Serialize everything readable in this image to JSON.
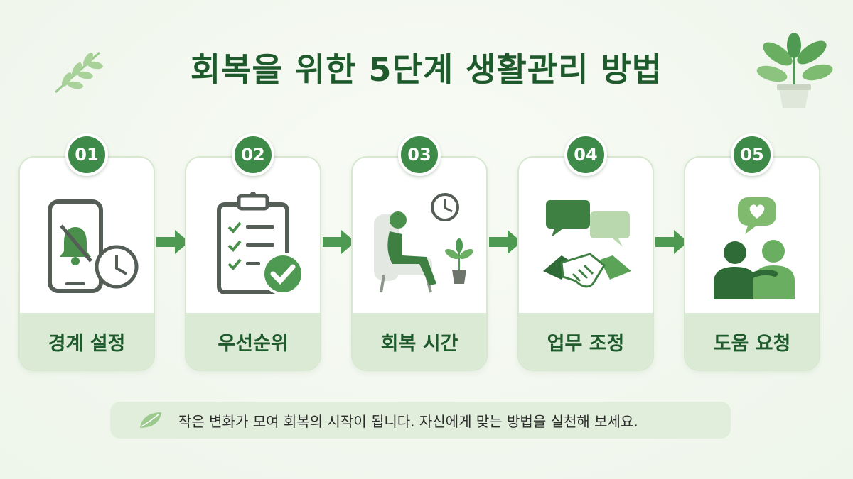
{
  "title": "회복을 위한 5단계 생활관리 방법",
  "steps": [
    {
      "number": "01",
      "label": "경계 설정",
      "icon": "silent-phone-clock-icon"
    },
    {
      "number": "02",
      "label": "우선순위",
      "icon": "checklist-clipboard-icon"
    },
    {
      "number": "03",
      "label": "회복 시간",
      "icon": "relaxing-chair-icon"
    },
    {
      "number": "04",
      "label": "업무 조정",
      "icon": "handshake-chat-icon"
    },
    {
      "number": "05",
      "label": "도움 요청",
      "icon": "support-people-icon"
    }
  ],
  "footer": {
    "text": "작은 변화가 모여 회복의 시작이 됩니다. 자신에게 맞는 방법을 실천해 보세요."
  },
  "colors": {
    "primary": "#3e8a48",
    "title": "#1f5a2c",
    "light": "#dbead5",
    "accent": "#7fba6e"
  }
}
